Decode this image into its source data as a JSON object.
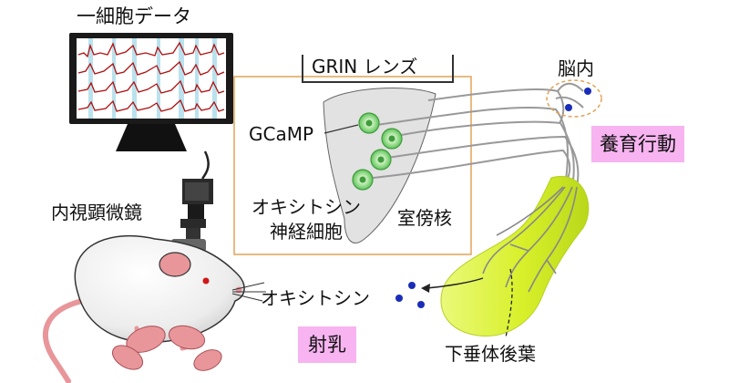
{
  "labels": {
    "monitor_title": "一細胞データ",
    "endoscope": "内視顕微鏡",
    "grin_lens": "GRIN レンズ",
    "gcamp": "GCaMP",
    "oxytocin_neurons": "オキシトシン\n神経細胞",
    "pvn": "室傍核",
    "brain": "脳内",
    "nurturing": "養育行動",
    "oxytocin": "オキシトシン",
    "milk_ejection": "射乳",
    "posterior_pituitary": "下垂体後葉"
  },
  "colors": {
    "highlight_pink": "#f7b4f0",
    "pituitary_green": "#d4f026",
    "cell_green": "#7fd37a",
    "trace_red": "#b01010",
    "box_orange": "#e2a356",
    "dot_blue": "#1a2db8",
    "mouse_pink": "#e8969a"
  }
}
